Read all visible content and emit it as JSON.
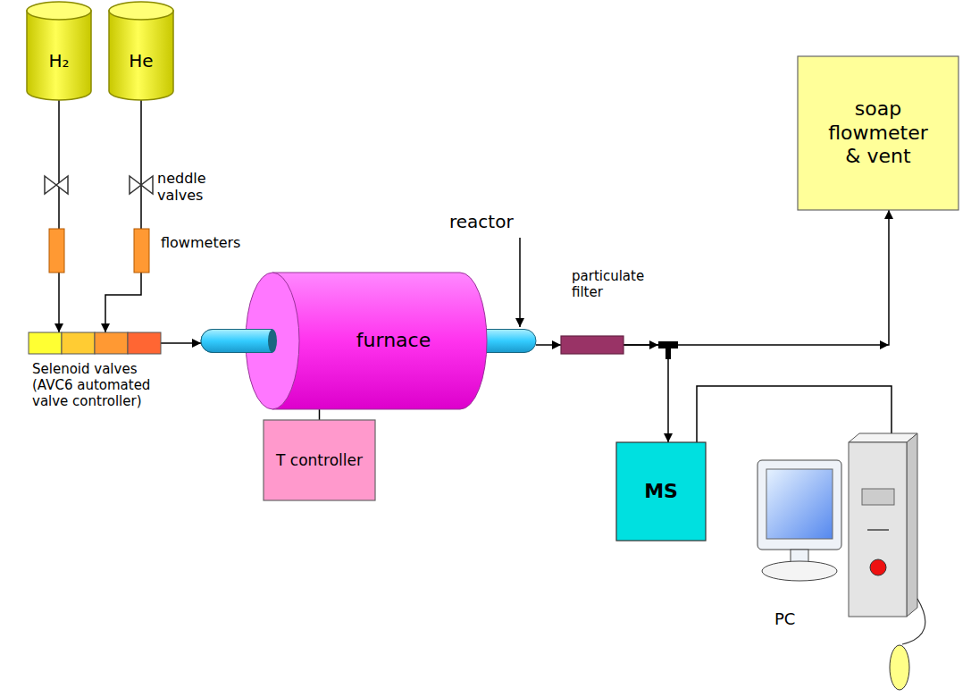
{
  "diagram": {
    "nodes": [
      {
        "text": [
          "H₂"
        ]
      },
      {
        "text": [
          "He"
        ]
      },
      {
        "text": [
          "Selenoid valves (AVC6 automated valve controller)"
        ]
      },
      {
        "text": [
          "furnace"
        ]
      },
      {
        "text": [
          "particulate filter"
        ]
      },
      {
        "text": [
          "soap flowmeter & vent"
        ]
      },
      {
        "text": [
          "T controller"
        ]
      },
      {
        "text": [
          "MS"
        ]
      },
      {
        "text": [
          "PC"
        ]
      }
    ],
    "edges": [
      {
        "from": 0,
        "to": 2,
        "arrow": "to"
      },
      {
        "from": 1,
        "to": 2,
        "arrow": "to"
      },
      {
        "from": 2,
        "to": 3,
        "arrow": "to"
      },
      {
        "from": 3,
        "to": 6,
        "arrow": "none"
      },
      {
        "from": 3,
        "to": 4,
        "arrow": "to"
      },
      {
        "from": 4,
        "to": 5,
        "arrow": "to"
      },
      {
        "from": 4,
        "to": 7,
        "arrow": "to"
      },
      {
        "from": 7,
        "to": 8,
        "arrow": "none"
      }
    ],
    "labels": [
      "neddle valves",
      "flowmeters",
      "reactor"
    ]
  }
}
